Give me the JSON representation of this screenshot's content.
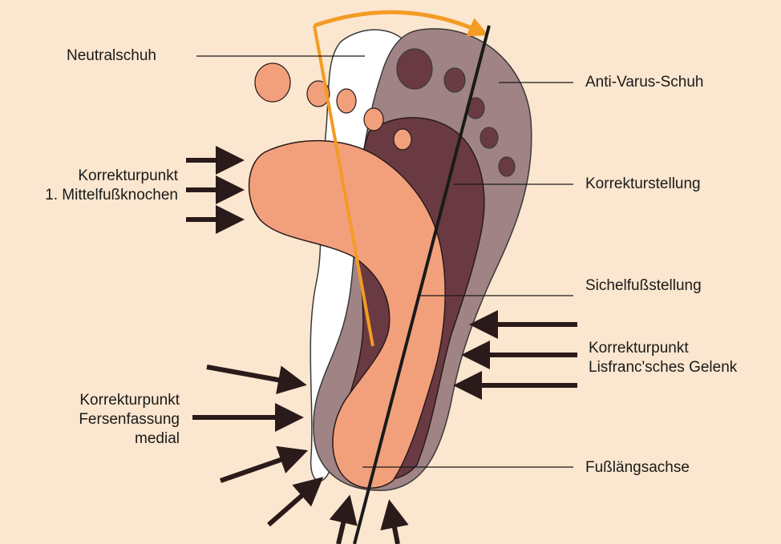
{
  "labels": {
    "neutralschuh": "Neutralschuh",
    "anti_varus": "Anti-Varus-Schuh",
    "korrekturstellung": "Korrekturstellung",
    "sichelfuss": "Sichelfußstellung",
    "mittelfuss_line1": "Korrekturpunkt",
    "mittelfuss_line2": "1. Mittelfußknochen",
    "lisfranc_line1": "Korrekturpunkt",
    "lisfranc_line2": "Lisfranc'sches Gelenk",
    "ferse_line1": "Korrekturpunkt",
    "ferse_line2": "Fersenfassung",
    "ferse_line3": "medial",
    "fussachse": "Fußlängsachse"
  },
  "colors": {
    "background": "#fbe6cf",
    "neutral_shoe": "#ffffff",
    "anti_varus_shoe": "#a08384",
    "correction_foot": "#6a3a42",
    "sickle_foot": "#f2a07c",
    "arc_arrow": "#f39b24",
    "arrows": "#2a1a1a"
  }
}
